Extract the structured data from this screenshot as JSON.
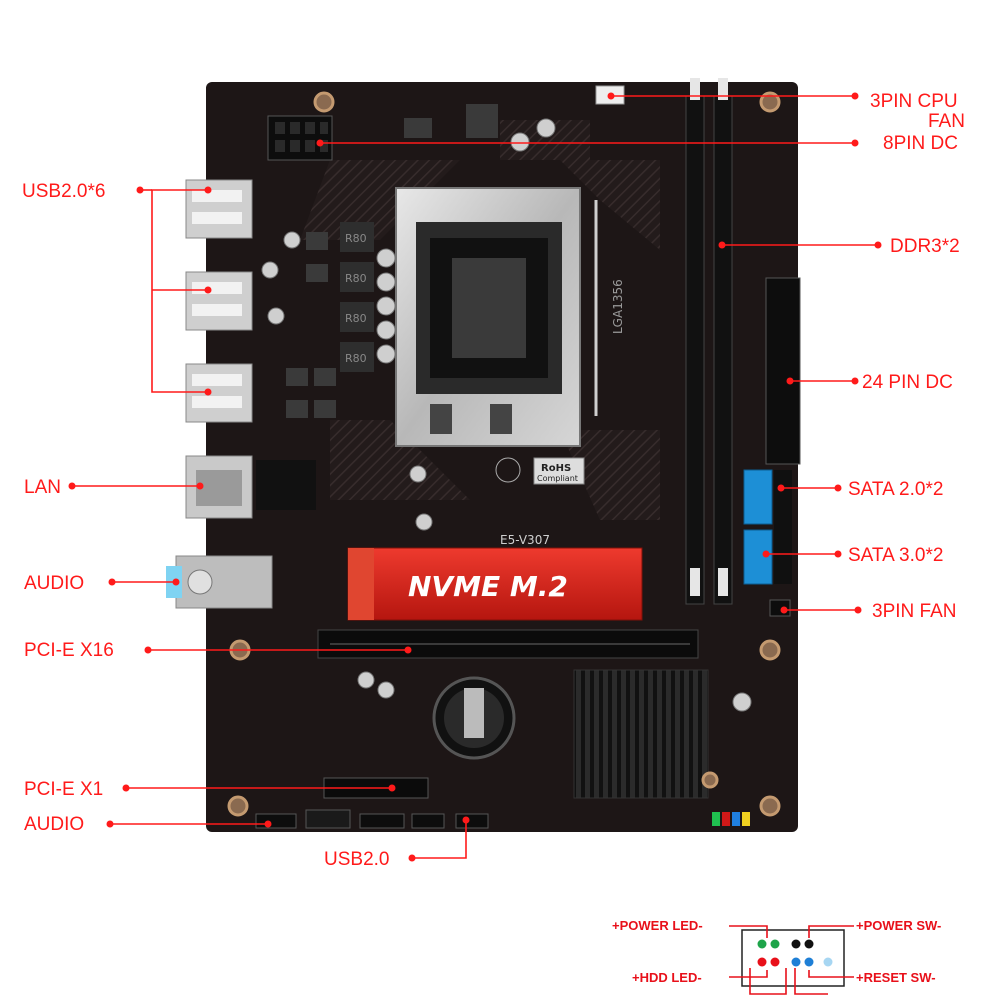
{
  "labels": {
    "cpu_fan_line1": "3PIN CPU",
    "cpu_fan_line2": "FAN",
    "dc8": "8PIN DC",
    "usb6": "USB2.0*6",
    "ddr3": "DDR3*2",
    "dc24": "24 PIN DC",
    "lan": "LAN",
    "sata2": "SATA 2.0*2",
    "audio_rear": "AUDIO",
    "sata3": "SATA 3.0*2",
    "fan3": "3PIN FAN",
    "pcie16": "PCI-E X16",
    "pcie1": "PCI-E X1",
    "audio_front": "AUDIO",
    "usb2_front": "USB2.0"
  },
  "board": {
    "model": "E5-V307",
    "socket": "LGA1356",
    "nvme_label": "NVME  M.2",
    "rohs_line1": "RoHS",
    "rohs_line2": "Compliant",
    "choke_label": "R80"
  },
  "pin_header": {
    "power_led": "+POWER LED-",
    "power_sw": "+POWER SW-",
    "hdd_led": "+HDD LED-",
    "reset_sw": "+RESET SW-"
  },
  "colors": {
    "label_red": "#ff1a1a",
    "sata_blue": "#1d8fd6",
    "nvme_red": "#d8231e",
    "pcb": "#1d1616"
  }
}
